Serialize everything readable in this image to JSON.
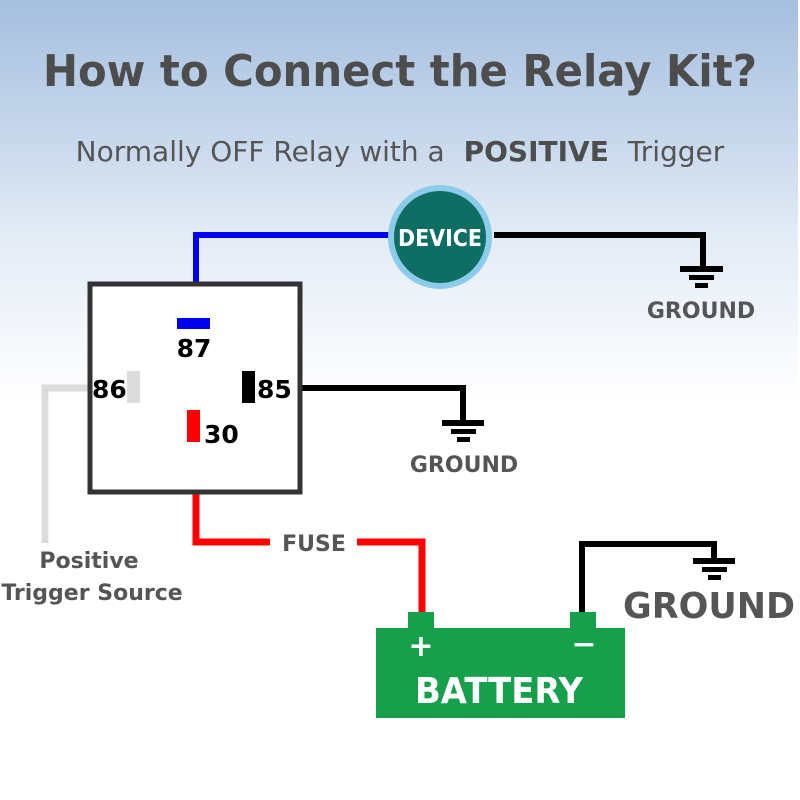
{
  "title": "How to Connect the Relay Kit?",
  "subtitle": {
    "prefix": "Normally OFF Relay with a",
    "emphasis": "POSITIVE",
    "suffix": "Trigger"
  },
  "device": {
    "label": "DEVICE",
    "fill_color": "#0f6e63",
    "ring_color": "#8ccbea"
  },
  "relay": {
    "pins": [
      {
        "id": "87",
        "label": "87",
        "color": "#0000ee",
        "connects_to": "DEVICE"
      },
      {
        "id": "86",
        "label": "86",
        "color": "#dcdcdc",
        "connects_to": "Positive Trigger Source"
      },
      {
        "id": "85",
        "label": "85",
        "color": "#000000",
        "connects_to": "GROUND"
      },
      {
        "id": "30",
        "label": "30",
        "color": "#ff0000",
        "connects_to": "BATTERY +"
      }
    ]
  },
  "grounds": {
    "device_ground": "GROUND",
    "relay_ground": "GROUND",
    "battery_ground": "GROUND"
  },
  "trigger_source": {
    "line1": "Positive",
    "line2": "Trigger Source"
  },
  "fuse": {
    "label": "FUSE"
  },
  "battery": {
    "label": "BATTERY",
    "positive_symbol": "+",
    "negative_symbol": "−",
    "color": "#16a04b"
  },
  "wire_colors": {
    "device_wire": "#0000ee",
    "ground_wire": "#000000",
    "trigger_wire": "#dcdcdc",
    "power_wire": "#ff0000"
  }
}
